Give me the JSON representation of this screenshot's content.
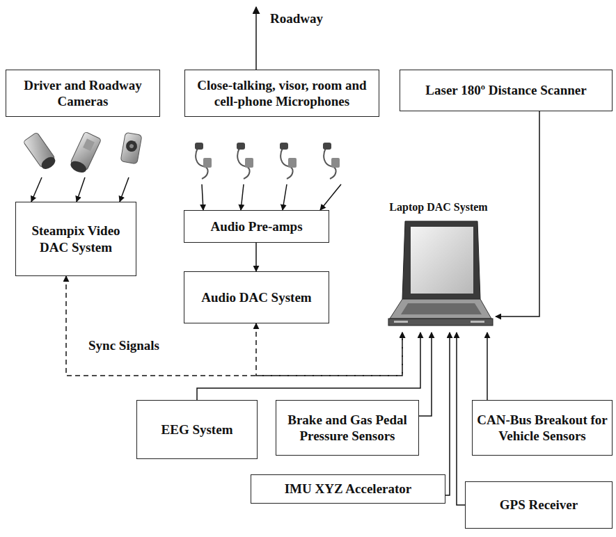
{
  "diagram": {
    "nodes": [
      {
        "text": [
          "Driver and Roadway Cameras"
        ]
      },
      {
        "text": [
          "Close-talking, visor, room and cell-phone Microphones"
        ]
      },
      {
        "text": [
          "Laser 180º Distance Scanner"
        ]
      },
      {
        "text": [
          "Steampix Video DAC System"
        ]
      },
      {
        "text": [
          "Audio Pre-amps"
        ]
      },
      {
        "text": [
          "Audio DAC System"
        ]
      },
      {
        "text": [
          "Laptop DAC System"
        ]
      },
      {
        "text": [
          "EEG System"
        ]
      },
      {
        "text": [
          "Brake and Gas Pedal Pressure Sensors"
        ]
      },
      {
        "text": [
          "CAN-Bus Breakout for Vehicle Sensors"
        ]
      },
      {
        "text": [
          "IMU XYZ Accelerator"
        ]
      },
      {
        "text": [
          "GPS Receiver"
        ]
      }
    ],
    "edges": [
      {
        "from": 0,
        "to": 3,
        "arrow": "to"
      },
      {
        "from": 0,
        "to": 3,
        "arrow": "to"
      },
      {
        "from": 0,
        "to": 3,
        "arrow": "to"
      },
      {
        "from": 1,
        "to": 4,
        "arrow": "to"
      },
      {
        "from": 1,
        "to": 4,
        "arrow": "to"
      },
      {
        "from": 1,
        "to": 4,
        "arrow": "to"
      },
      {
        "from": 1,
        "to": 4,
        "arrow": "to"
      },
      {
        "from": 4,
        "to": 5,
        "arrow": "to"
      },
      {
        "from": 2,
        "to": 6,
        "arrow": "to"
      },
      {
        "from": 3,
        "to": 6,
        "label": "Sync Signals",
        "arrow": "both"
      },
      {
        "from": 5,
        "to": 6,
        "arrow": "both"
      },
      {
        "from": 7,
        "to": 6,
        "arrow": "to"
      },
      {
        "from": 8,
        "to": 6,
        "arrow": "to"
      },
      {
        "from": 10,
        "to": 6,
        "arrow": "to"
      },
      {
        "from": 11,
        "to": 6,
        "arrow": "to"
      },
      {
        "from": 9,
        "to": 6,
        "arrow": "to"
      }
    ],
    "labels": [
      "Roadway"
    ]
  }
}
